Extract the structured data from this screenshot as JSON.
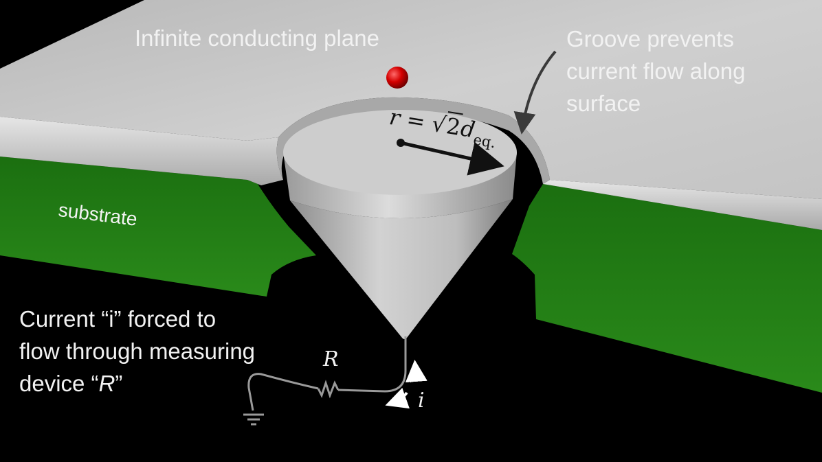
{
  "labels": {
    "title": "Infinite conducting plane",
    "groove": [
      "Groove prevents",
      "current flow along",
      "surface"
    ],
    "substrate": "substrate",
    "current_note": [
      "Current “i” forced to",
      "flow through measuring"
    ],
    "current_note_last_prefix": "device “",
    "current_note_last_var": "R",
    "current_note_last_suffix": "”",
    "resistor": "R",
    "current": "i"
  },
  "formula": {
    "lhs": "r = ",
    "sqrt_symbol": "√",
    "radicand": "2",
    "var": "d",
    "subscript": "eq."
  },
  "colors": {
    "plane": "#c9c9c9",
    "substrate": "#1f7a12",
    "background": "#000000",
    "charge": "#d40000",
    "wire": "#9a9a9a"
  }
}
